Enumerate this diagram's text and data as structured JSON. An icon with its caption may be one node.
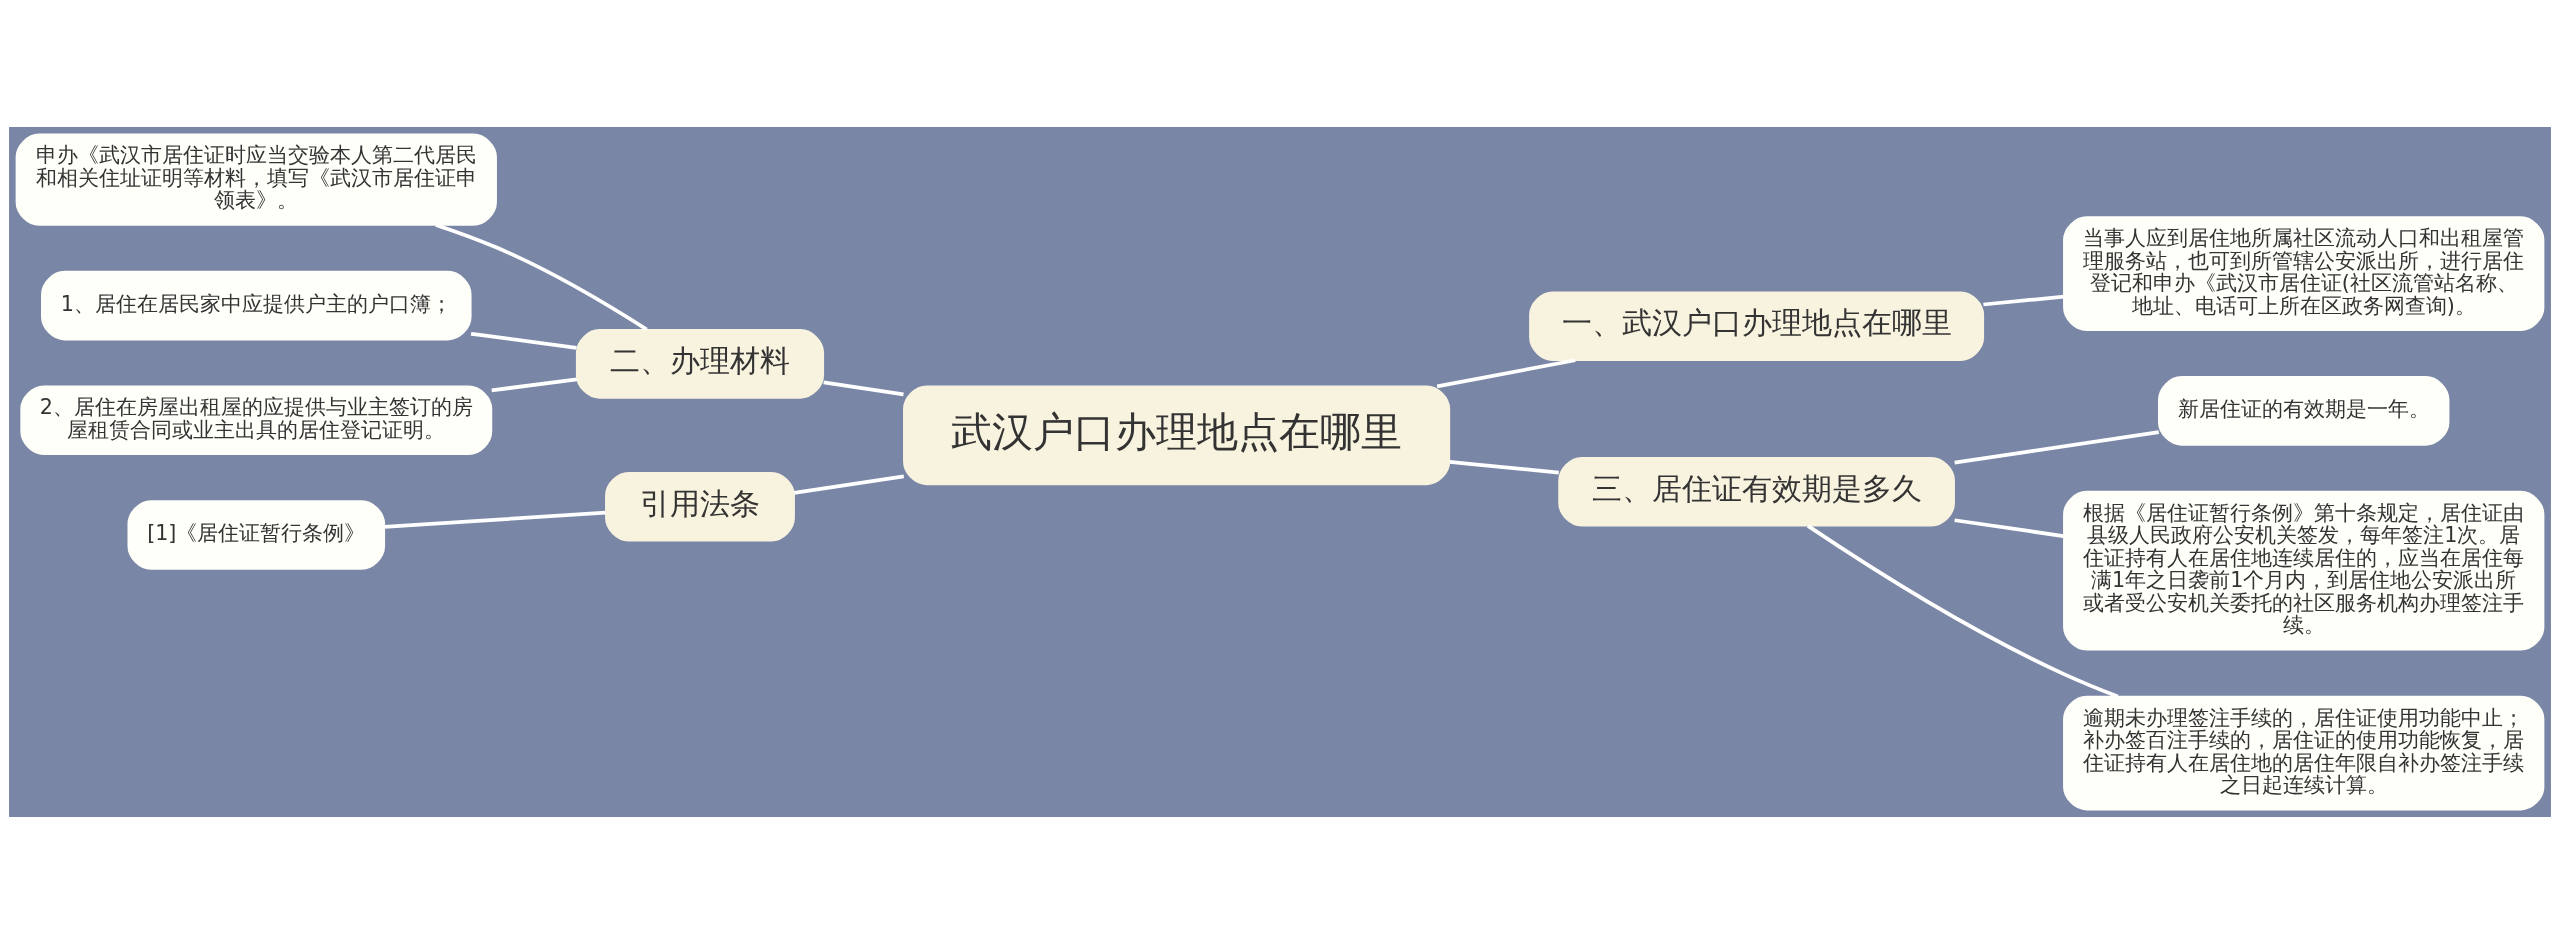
{
  "diagram": {
    "nodes": [
      {
        "text": [
          "武汉户口办理地点在哪里"
        ]
      },
      {
        "text": [
          "一、武汉户口办理地点在哪里"
        ]
      },
      {
        "text": [
          "当事人应到居住地所属社区流动人口和出租屋管理服务站，也可到所管辖公安派出所，进行居住登记和申办《武汉市居住证(社区流管站名称、地址、电话可上所在区政务网查询)。"
        ]
      },
      {
        "text": [
          "二、办理材料"
        ]
      },
      {
        "text": [
          "申办《武汉市居住证时应当交验本人第二代居民和相关住址证明等材料，填写《武汉市居住证申领表》。"
        ]
      },
      {
        "text": [
          "1、居住在居民家中应提供户主的户口簿；"
        ]
      },
      {
        "text": [
          "2、居住在房屋出租屋的应提供与业主签订的房屋租赁合同或业主出具的居住登记证明。"
        ]
      },
      {
        "text": [
          "引用法条"
        ]
      },
      {
        "text": [
          "[1]《居住证暂行条例》"
        ]
      },
      {
        "text": [
          "三、居住证有效期是多久"
        ]
      },
      {
        "text": [
          "新居住证的有效期是一年。"
        ]
      },
      {
        "text": [
          "根据《居住证暂行条例》第十条规定，居住证由县级人民政府公安机关签发，每年签注1次。居住证持有人在居住地连续居住的，应当在居住每满1年之日袭前1个月内，到居住地公安派出所或者受公安机关委托的社区服务机构办理签注手续。"
        ]
      },
      {
        "text": [
          "逾期未办理签注手续的，居住证使用功能中止；补办签百注手续的，居住证的使用功能恢复，居住证持有人在居住地的居住年限自补办签注手续之日起连续计算。"
        ]
      }
    ],
    "edges": [
      {
        "from": 0,
        "to": 1,
        "arrow": "none"
      },
      {
        "from": 1,
        "to": 2,
        "arrow": "none"
      },
      {
        "from": 0,
        "to": 3,
        "arrow": "none"
      },
      {
        "from": 3,
        "to": 4,
        "arrow": "none"
      },
      {
        "from": 3,
        "to": 5,
        "arrow": "none"
      },
      {
        "from": 3,
        "to": 6,
        "arrow": "none"
      },
      {
        "from": 0,
        "to": 7,
        "arrow": "none"
      },
      {
        "from": 7,
        "to": 8,
        "arrow": "none"
      },
      {
        "from": 0,
        "to": 9,
        "arrow": "none"
      },
      {
        "from": 9,
        "to": 10,
        "arrow": "none"
      },
      {
        "from": 9,
        "to": 11,
        "arrow": "none"
      },
      {
        "from": 9,
        "to": 12,
        "arrow": "none"
      }
    ]
  }
}
